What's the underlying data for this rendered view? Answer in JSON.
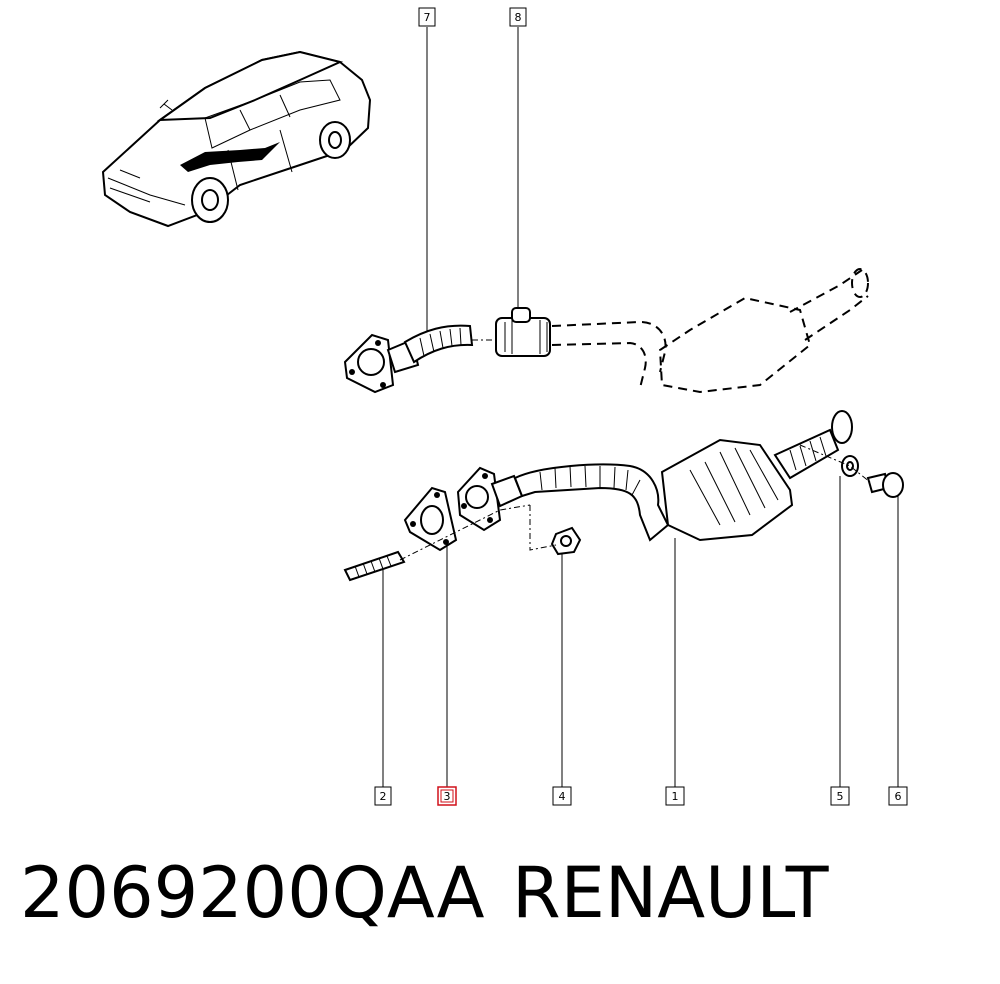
{
  "callouts": [
    {
      "id": "7",
      "label": "7",
      "selected": false
    },
    {
      "id": "8",
      "label": "8",
      "selected": false
    },
    {
      "id": "2",
      "label": "2",
      "selected": false
    },
    {
      "id": "3",
      "label": "3",
      "selected": true
    },
    {
      "id": "4",
      "label": "4",
      "selected": false
    },
    {
      "id": "1",
      "label": "1",
      "selected": false
    },
    {
      "id": "5",
      "label": "5",
      "selected": false
    },
    {
      "id": "6",
      "label": "6",
      "selected": false
    }
  ],
  "caption": {
    "part_number": "2069200QAA",
    "brand": "RENAULT"
  },
  "colors": {
    "line": "#000000",
    "highlight": "#d0101a",
    "background": "#ffffff"
  }
}
